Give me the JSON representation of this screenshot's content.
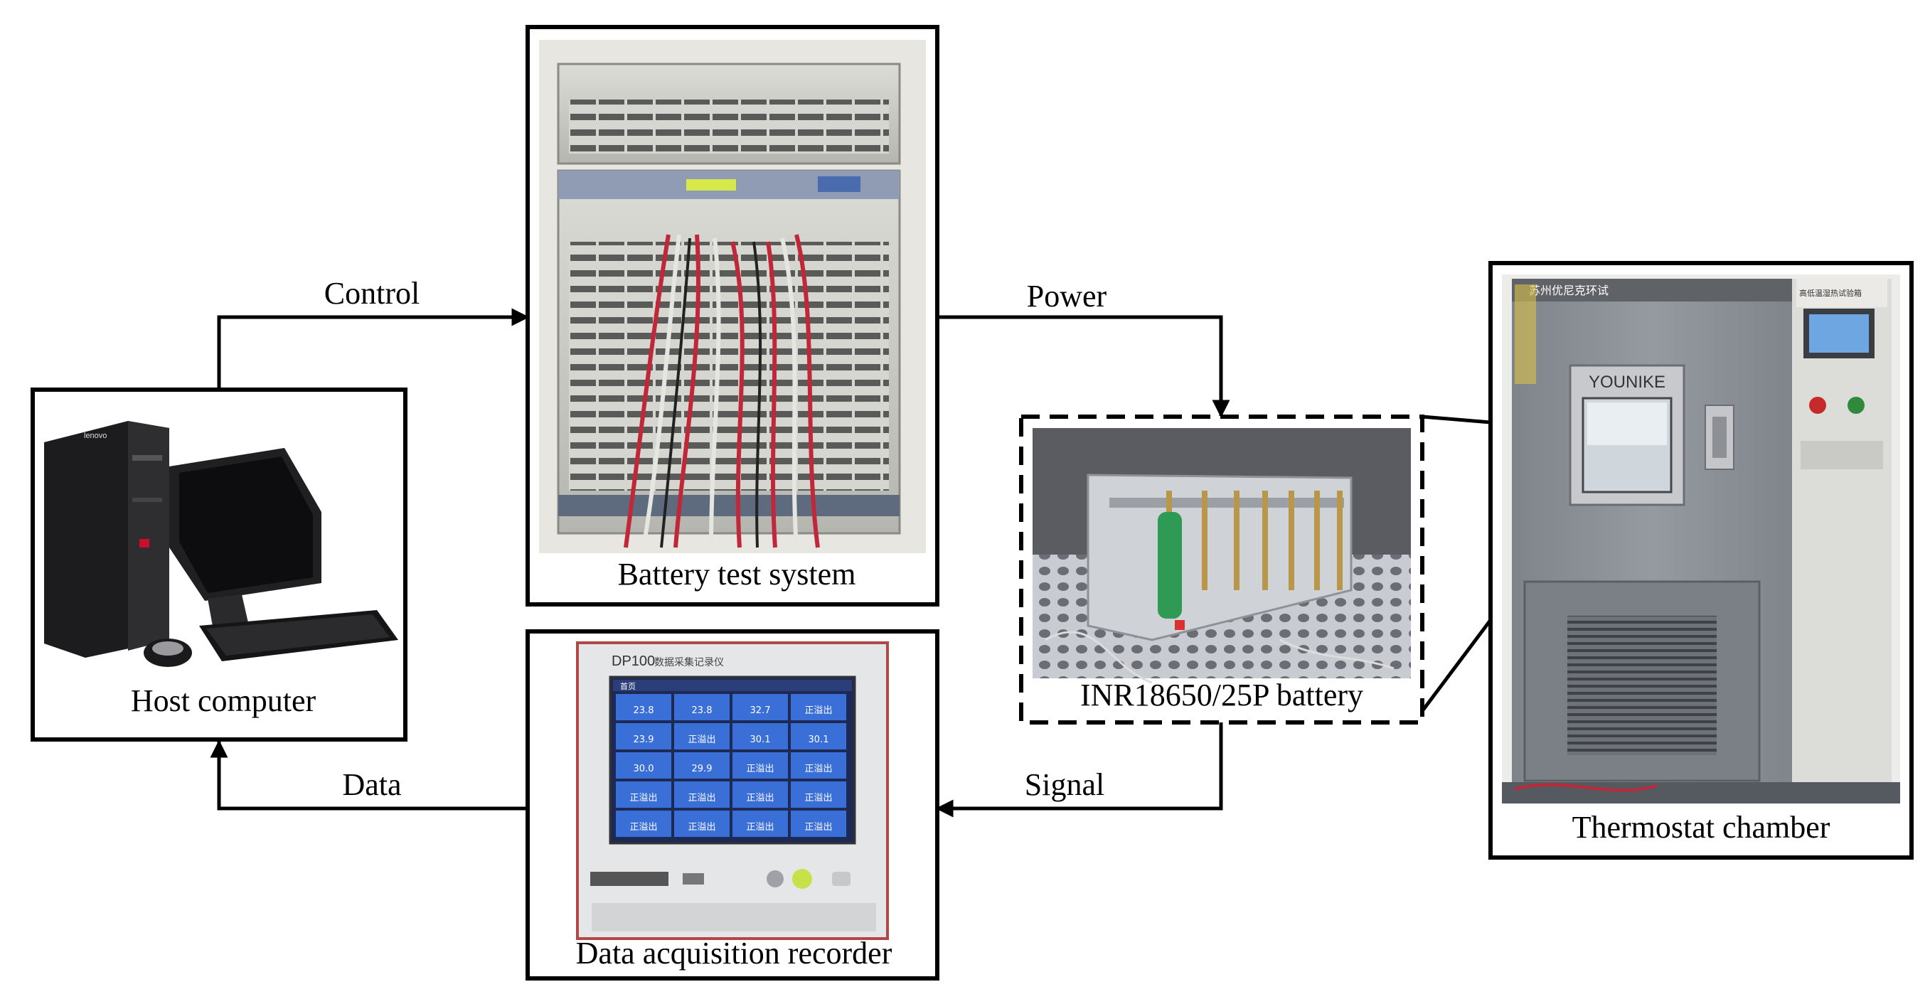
{
  "nodes": {
    "host_computer": {
      "label": "Host computer",
      "icon": "desktop-computer-icon"
    },
    "battery_test_system": {
      "label": "Battery test system",
      "icon": "battery-tester-rack-icon"
    },
    "battery": {
      "label": "INR18650/25P battery",
      "icon": "battery-fixture-icon"
    },
    "data_recorder": {
      "label": "Data acquisition recorder",
      "icon": "data-recorder-icon"
    },
    "thermostat": {
      "label": "Thermostat chamber",
      "icon": "climate-chamber-icon"
    }
  },
  "edges": {
    "control": "Control",
    "power": "Power",
    "signal": "Signal",
    "data": "Data"
  },
  "screen_text": {
    "brand_pc": "lenovo",
    "recorder_model": "DP100",
    "recorder_brand_sub": "数据采集记录仪",
    "recorder_tab": "首页",
    "recorder_readings": [
      "23.8",
      "23.8",
      "32.7",
      "正溢出",
      "23.9",
      "正溢出",
      "30.1",
      "30.1",
      "30.0",
      "29.9",
      "正溢出",
      "正溢出",
      "正溢出",
      "正溢出",
      "正溢出",
      "正溢出",
      "正溢出",
      "正溢出",
      "正溢出",
      "正溢出"
    ],
    "chamber_brand": "YOUNIKE",
    "chamber_header": "苏州优尼克环试",
    "chamber_panel": "高低温湿热试验箱"
  },
  "colors": {
    "line": "#000000",
    "rack_gray": "#c9c9c4",
    "chamber_gray": "#8d9196",
    "screen_blue": "#3a6fd8",
    "cable_red": "#c0283a"
  }
}
